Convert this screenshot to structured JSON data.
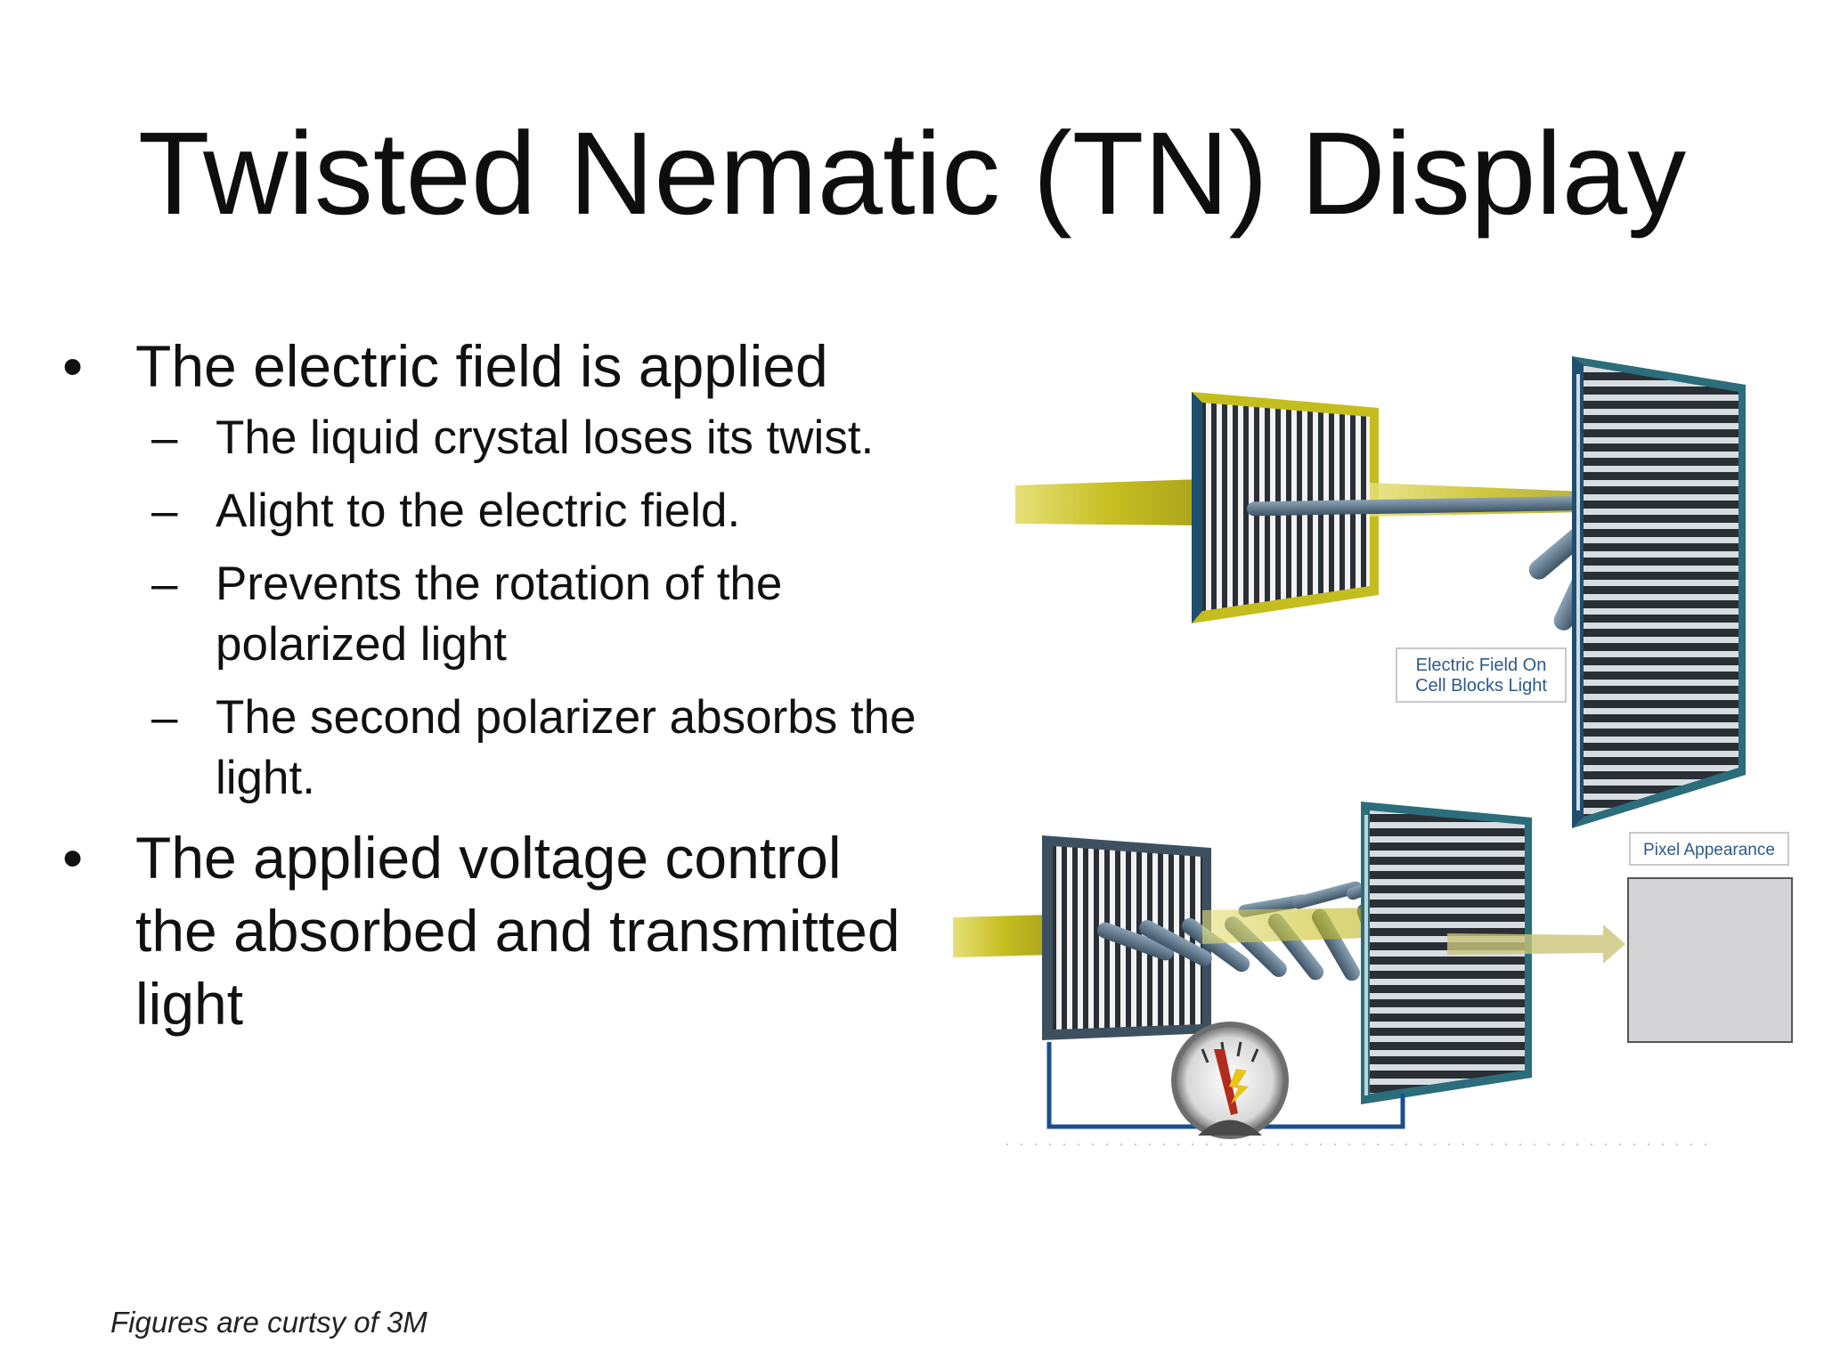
{
  "slide": {
    "title": "Twisted Nematic (TN) Display",
    "bullets": [
      {
        "marker": "•",
        "text": "The electric field is applied",
        "subitems": [
          {
            "marker": "–",
            "text": "The liquid crystal loses its twist."
          },
          {
            "marker": "–",
            "text": "Alight to the electric field."
          },
          {
            "marker": "–",
            "text": "Prevents the rotation of the polarized light"
          },
          {
            "marker": "–",
            "text": "The second polarizer absorbs the light."
          }
        ]
      },
      {
        "marker": "•",
        "text": "The applied voltage control the absorbed and transmitted light"
      }
    ],
    "footnote": "Figures are curtsy of 3M"
  },
  "figure": {
    "top_label_line1": "Electric Field On",
    "top_label_line2": "Cell Blocks Light",
    "pixel_label": "Pixel Appearance",
    "pixel_color": "#d4d4d6",
    "light_beam_color": "#c9c22a",
    "frame_color": "#1f4e6e",
    "stripe_color": "#2a2f36",
    "wire_color": "#1b4f8e"
  }
}
